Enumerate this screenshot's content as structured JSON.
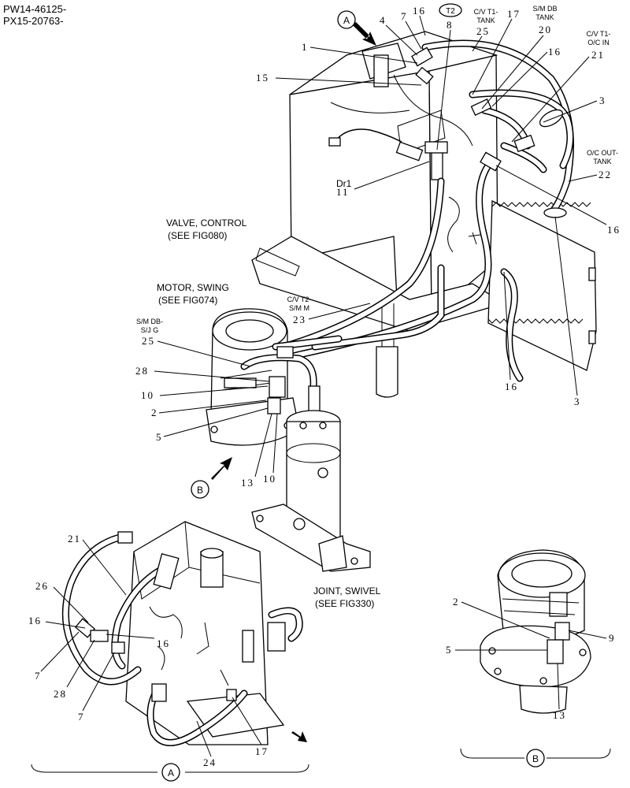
{
  "header": {
    "line1": "PW14-46125-",
    "line2": "PX15-20763-"
  },
  "views": {
    "a": "A",
    "b": "B",
    "t2": "T2"
  },
  "labels": {
    "cv_t1_tank": [
      "C/V T1-",
      "TANK"
    ],
    "sm_db_tank": [
      "S/M DB",
      "TANK"
    ],
    "cv_t1_oc_in": [
      "C/V T1-",
      "O/C IN"
    ],
    "oc_out_tank": [
      "O/C OUT-",
      "TANK"
    ],
    "dr1": "Dr1",
    "valve_control": [
      "VALVE, CONTROL",
      "(SEE FIG080)"
    ],
    "motor_swing": [
      "MOTOR, SWING",
      "(SEE FIG074)"
    ],
    "cv_t2_sm_m": [
      "C/V T2-",
      "S/M M"
    ],
    "sm_db_sj_g": [
      "S/M DB-",
      "S/J G"
    ],
    "joint_swivel": [
      "JOINT, SWIVEL",
      "(SEE FIG330)"
    ]
  },
  "callouts": {
    "main": [
      "1",
      "3",
      "3",
      "4",
      "7",
      "8",
      "11",
      "15",
      "16",
      "16",
      "16",
      "16",
      "17",
      "20",
      "21",
      "22",
      "25",
      "23",
      "25",
      "28",
      "10",
      "2",
      "5",
      "13",
      "10"
    ],
    "view_a": [
      "21",
      "26",
      "16",
      "16",
      "7",
      "28",
      "7",
      "24",
      "17"
    ],
    "view_b": [
      "2",
      "5",
      "9",
      "13"
    ]
  }
}
